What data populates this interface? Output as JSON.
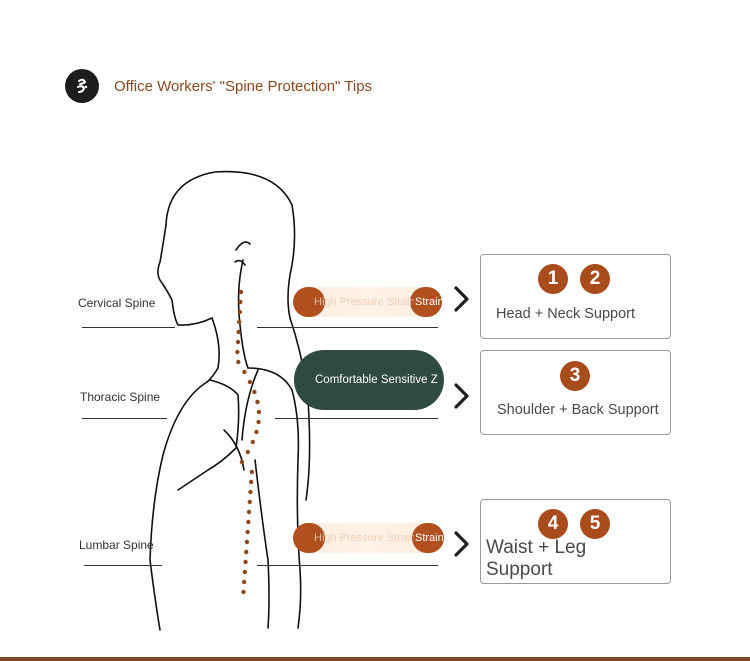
{
  "header": {
    "logo_icon": "script-glyph-icon",
    "title": "Office Workers' \"Spine Protection\" Tips"
  },
  "spine_labels": {
    "cervical": "Cervical Spine",
    "thoracic": "Thoracic Spine",
    "lumbar": "Lumbar Spine"
  },
  "pills": {
    "top": {
      "text": "High Pressure Strain",
      "end": "Strain"
    },
    "middle": {
      "text": "Comfortable Sensitive Z"
    },
    "bottom": {
      "text": "High Pressure Strain",
      "end": "Strain"
    }
  },
  "boxes": [
    {
      "numbers": [
        "1",
        "2"
      ],
      "label": "Head + Neck Support"
    },
    {
      "numbers": [
        "3"
      ],
      "label": "Shoulder + Back Support"
    },
    {
      "numbers": [
        "4",
        "5"
      ],
      "label": "Waist + Leg Support"
    }
  ],
  "colors": {
    "accent": "#a84c1c",
    "title": "#8a4a22",
    "dark_pill": "#2f4a3e",
    "spine_dots": "#8b4a1e",
    "bottom_bar": "#7a4a2c"
  }
}
